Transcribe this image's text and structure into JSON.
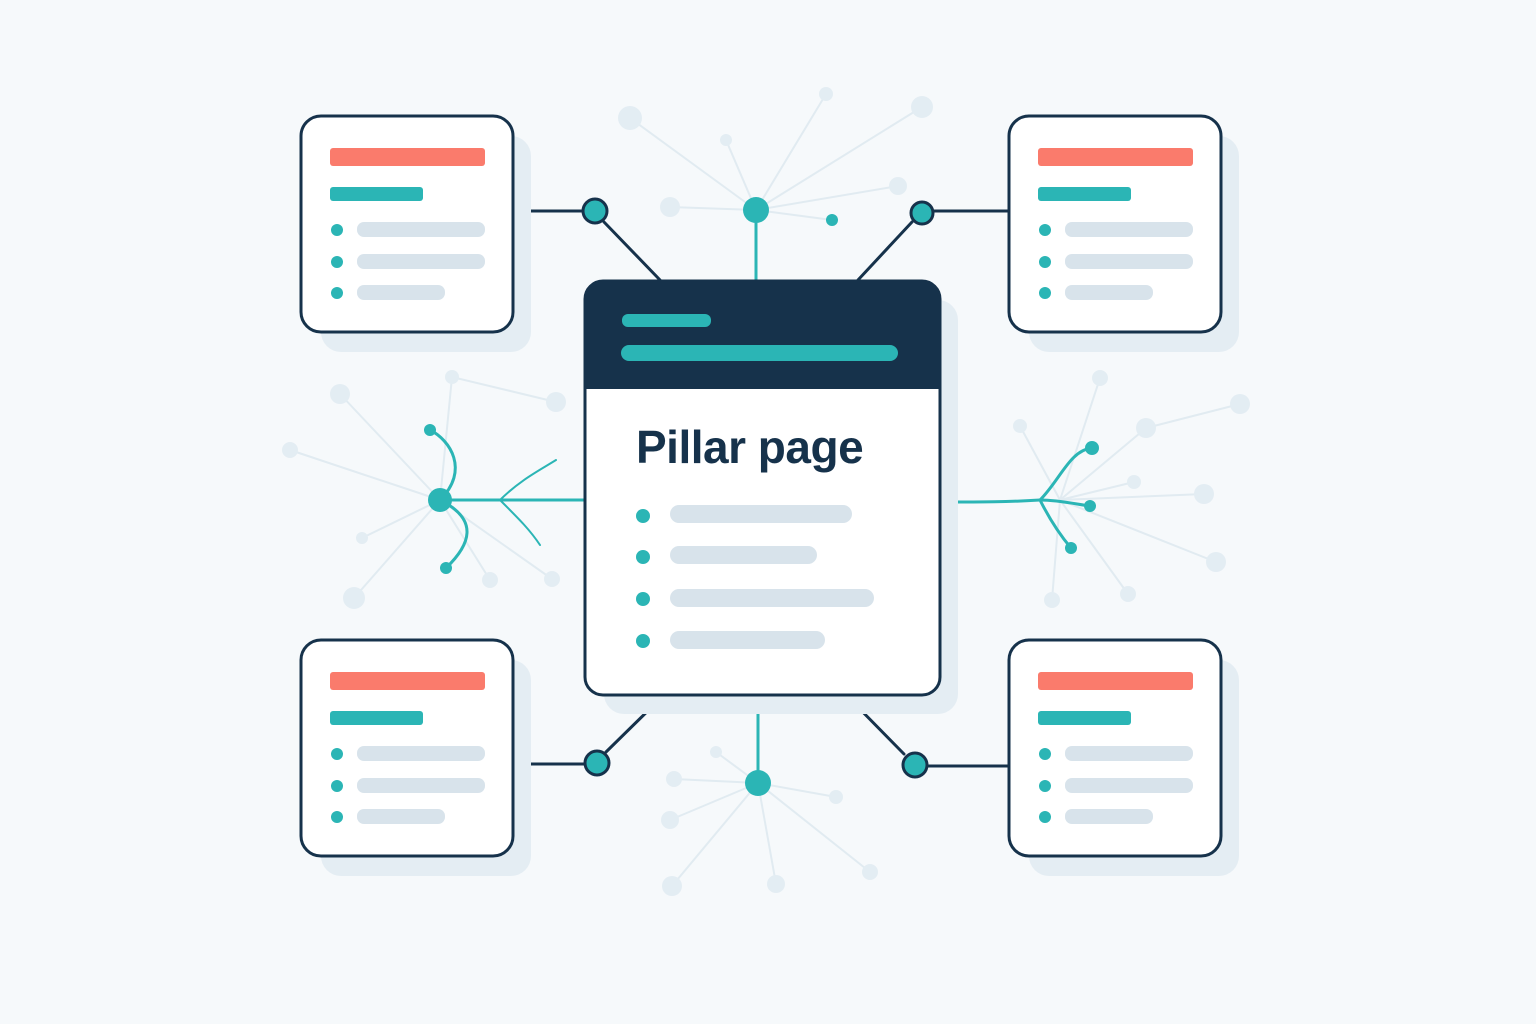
{
  "pillar": {
    "title": "Pillar page"
  },
  "colors": {
    "background": "#f6f9fb",
    "navy": "#16324b",
    "teal": "#2bb5b5",
    "coral": "#fa7b6c",
    "line_gray": "#d8e3eb",
    "faint": "#e3edf3",
    "card_bg": "#ffffff"
  },
  "icons": {
    "hub_node": "teal-circle",
    "connector_node": "teal-circle-dark-outline"
  }
}
